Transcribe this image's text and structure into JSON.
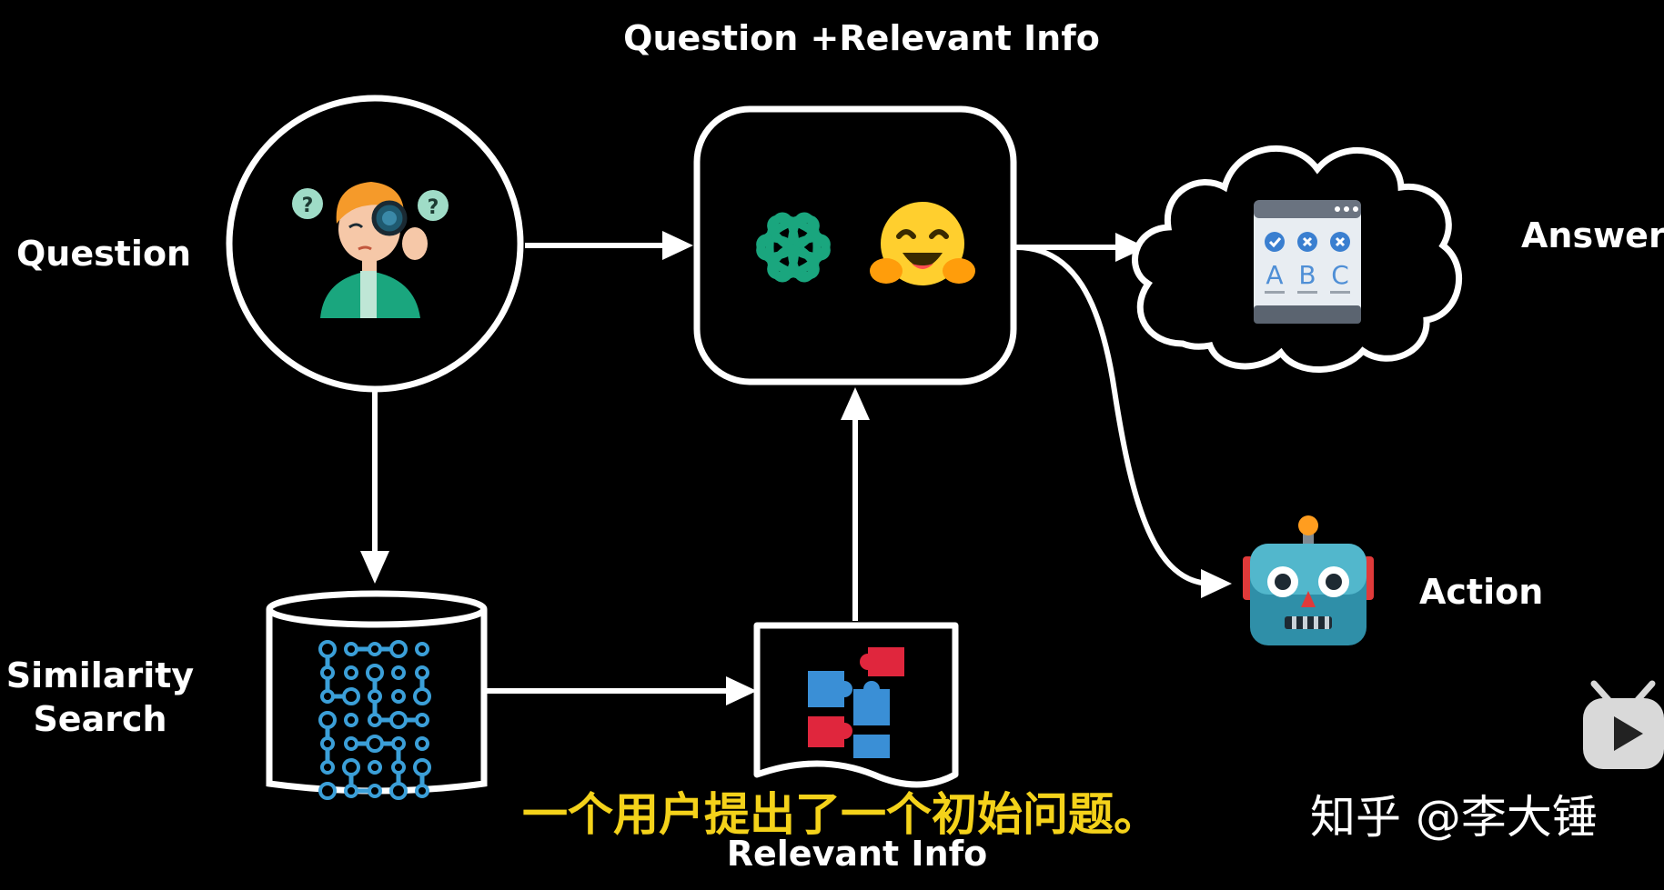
{
  "labels": {
    "question": "Question",
    "question_relevant_info": "Question +Relevant Info",
    "answer": "Answer",
    "similarity_search_line1": "Similarity",
    "similarity_search_line2": "Search",
    "relevant_info": "Relevant Info",
    "action": "Action"
  },
  "subtitle": "一个用户提出了一个初始问题。",
  "watermark": "知乎 @李大锤",
  "answer_card_letters": [
    "A",
    "B",
    "C"
  ],
  "icons": {
    "question_node": "confused-person-with-magnifier-icon",
    "llm_node": [
      "openai-logo-icon",
      "hugging-face-icon"
    ],
    "answer_node": "multiple-choice-answer-sheet-icon",
    "vector_db_node": "vector-graph-icon",
    "relevant_info_node": "puzzle-pieces-icon",
    "action_node": "robot-face-icon",
    "player_overlay": "play-button-icon"
  },
  "colors": {
    "background": "#000000",
    "stroke": "#ffffff",
    "subtitle": "#f4d21a",
    "vector_nodes": "#3b9fd8",
    "puzzle_blue": "#3a8fd6",
    "puzzle_red": "#e0263d",
    "openai_green": "#1aa67e",
    "hf_yellow": "#ffcf2e"
  }
}
